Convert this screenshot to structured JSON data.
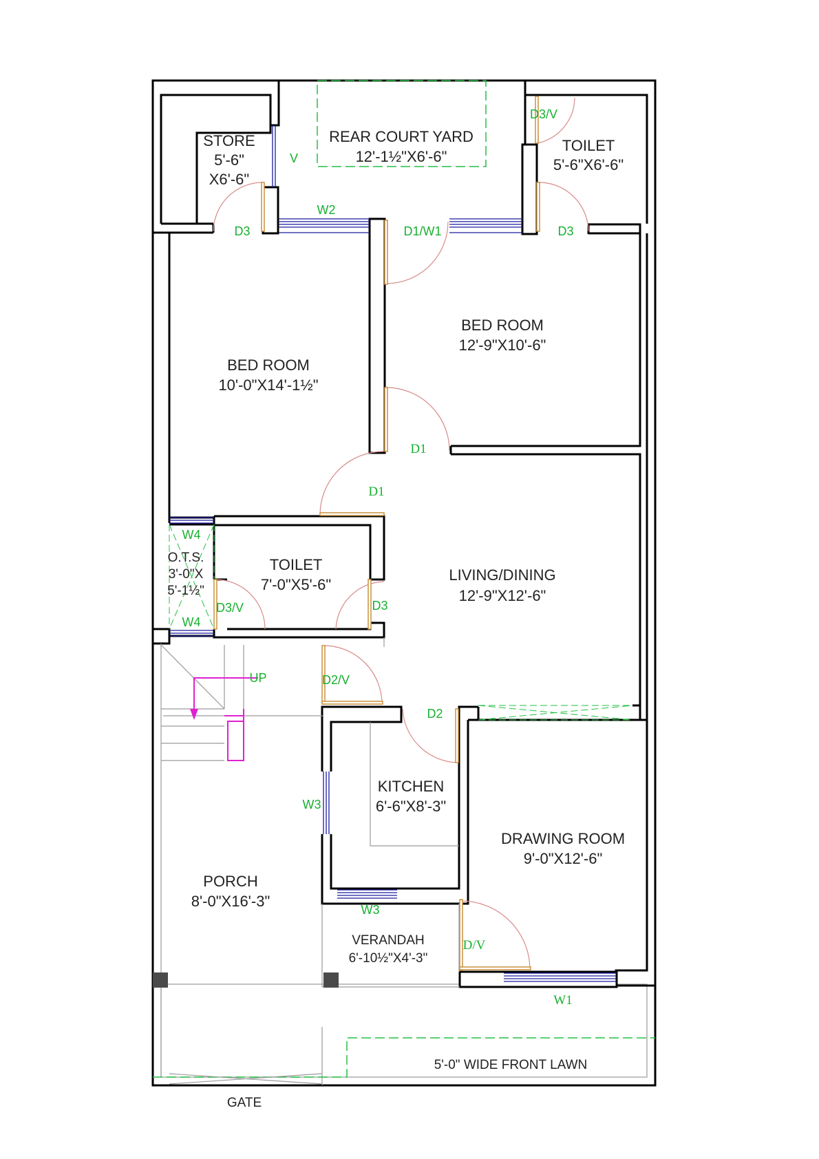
{
  "rooms": {
    "store": {
      "name": "STORE",
      "dim1": "5'-6\"",
      "dim2": "X6'-6\""
    },
    "rear_court_yard": {
      "name": "REAR COURT YARD",
      "dim": "12'-1½\"X6'-6\""
    },
    "toilet_top": {
      "name": "TOILET",
      "dim": "5'-6\"X6'-6\""
    },
    "bed_room_left": {
      "name": "BED ROOM",
      "dim": "10'-0\"X14'-1½\""
    },
    "bed_room_right": {
      "name": "BED ROOM",
      "dim": "12'-9\"X10'-6\""
    },
    "ots": {
      "name": "O.T.S.",
      "dim1": "3'-0\"X",
      "dim2": "5'-1½\""
    },
    "toilet_mid": {
      "name": "TOILET",
      "dim": "7'-0\"X5'-6\""
    },
    "living_dining": {
      "name": "LIVING/DINING",
      "dim": "12'-9\"X12'-6\""
    },
    "kitchen": {
      "name": "KITCHEN",
      "dim": "6'-6\"X8'-3\""
    },
    "drawing_room": {
      "name": "DRAWING ROOM",
      "dim": "9'-0\"X12'-6\""
    },
    "porch": {
      "name": "PORCH",
      "dim": "8'-0\"X16'-3\""
    },
    "verandah": {
      "name": "VERANDAH",
      "dim": "6'-10½\"X4'-3\""
    },
    "front_lawn": {
      "name": "5'-0\" WIDE FRONT LAWN"
    },
    "gate": {
      "name": "GATE"
    }
  },
  "openings": {
    "d3v_top": "D3/V",
    "v": "V",
    "w2": "W2",
    "d3_store": "D3",
    "d1w1": "D1/W1",
    "d3_toilet_top": "D3",
    "d1_bed_right": "D1",
    "d1_bed_left": "D1",
    "w4_top": "W4",
    "w4_bottom": "W4",
    "d3v_mid": "D3/V",
    "d3_mid": "D3",
    "up": "UP",
    "d2v": "D2/V",
    "d2": "D2",
    "w3_side": "W3",
    "w3_bottom": "W3",
    "dv": "D/V",
    "w1": "W1"
  },
  "colors": {
    "walls": "#000000",
    "labels": "#222222",
    "opening_labels": "#18b030",
    "windows": "#1a1aa0",
    "doors": "#c8903c",
    "stair_arrow": "#e020d0"
  }
}
